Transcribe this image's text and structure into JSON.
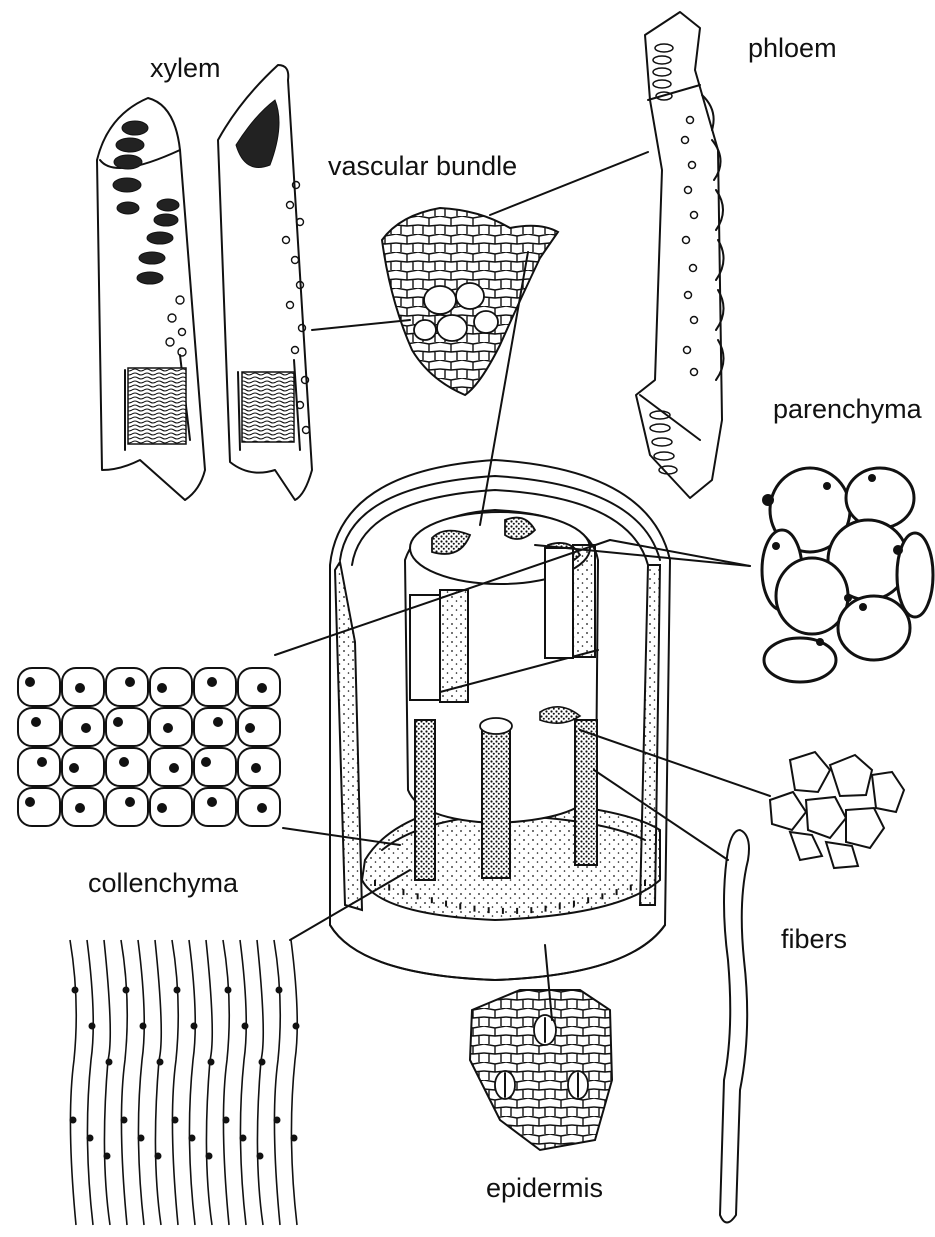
{
  "labels": {
    "xylem": "xylem",
    "phloem": "phloem",
    "vascular_bundle": "vascular bundle",
    "parenchyma": "parenchyma",
    "collenchyma": "collenchyma",
    "fibers": "fibers",
    "epidermis": "epidermis"
  }
}
